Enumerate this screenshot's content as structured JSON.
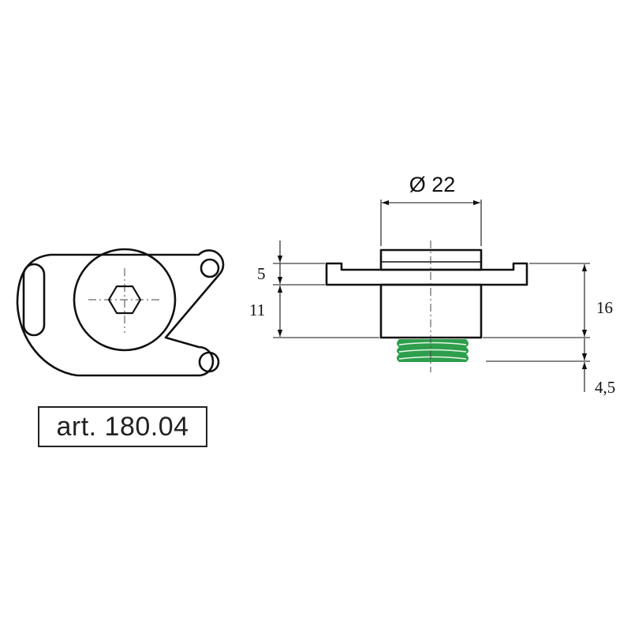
{
  "label": {
    "article": "art. 180.04"
  },
  "dimensions": {
    "diameter": "Ø 22",
    "flange_height": "5",
    "body_height": "11",
    "total_height": "16",
    "thread_length": "4,5"
  },
  "colors": {
    "outline": "#111111",
    "hex_socket_fill": "#b5dcb5",
    "thread_fill": "#2e9e4c"
  }
}
